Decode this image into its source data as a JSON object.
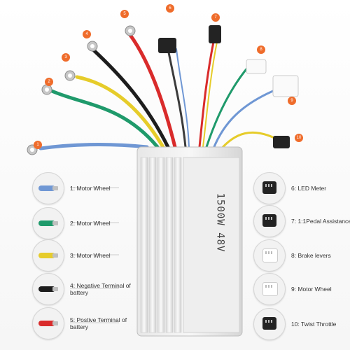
{
  "controller": {
    "marking": "1500W 48V"
  },
  "callouts": [
    "1",
    "2",
    "3",
    "4",
    "5",
    "6",
    "7",
    "8",
    "9",
    "10"
  ],
  "legend": {
    "left": [
      {
        "label": "1: Motor Wheel",
        "wire_color": "#6f97d4",
        "icon": "wire-end-icon"
      },
      {
        "label": "2: Motor Wheel",
        "wire_color": "#1f9a6b",
        "icon": "wire-end-icon"
      },
      {
        "label": "3: Motor Wheel",
        "wire_color": "#e6cc2a",
        "icon": "wire-end-icon"
      },
      {
        "label": "4: Negative Terminal of battery",
        "wire_color": "#1d1d1d",
        "icon": "wire-end-icon"
      },
      {
        "label": "5: Postive Terminal of battery",
        "wire_color": "#d92b2b",
        "icon": "wire-end-icon"
      }
    ],
    "right": [
      {
        "label": "6: LED Meter",
        "icon": "connector-icon",
        "body_color": "#222222"
      },
      {
        "label": "7: 1:1Pedal Assistance",
        "icon": "connector-icon",
        "body_color": "#222222"
      },
      {
        "label": "8: Brake levers",
        "icon": "connector-icon",
        "body_color": "#ffffff"
      },
      {
        "label": "9: Motor Wheel",
        "icon": "connector-icon",
        "body_color": "#ffffff"
      },
      {
        "label": "10: Twist Throttle",
        "icon": "connector-icon",
        "body_color": "#222222"
      }
    ]
  },
  "colors": {
    "accent": "#ef6c2b",
    "blue": "#6f97d4",
    "green": "#1f9a6b",
    "yellow": "#e6cc2a",
    "black": "#1d1d1d",
    "red": "#d92b2b"
  }
}
